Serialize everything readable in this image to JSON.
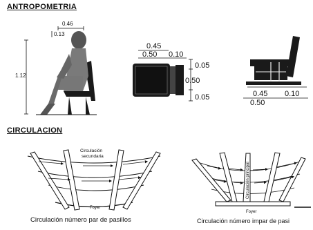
{
  "sections": {
    "anthropometry": "ANTROPOMETRIA",
    "circulation": "CIRCULACION"
  },
  "seated_figure": {
    "dims": [
      "0.46",
      "0.13",
      "1.12"
    ]
  },
  "chair_plan": {
    "dims": [
      "0.45",
      "0.50",
      "0.10",
      "0.05",
      "0.50",
      "0.05"
    ]
  },
  "chair_side": {
    "dims": [
      "0.45",
      "0.10",
      "0.50"
    ]
  },
  "circulation_even": {
    "labels": [
      "Circulación",
      "secundaria",
      "Foyer"
    ],
    "caption": "Circulación número par de pasillos"
  },
  "circulation_odd": {
    "labels": [
      "Circulación principal",
      "Foyer"
    ],
    "caption": "Circulación número impar de pasi"
  }
}
